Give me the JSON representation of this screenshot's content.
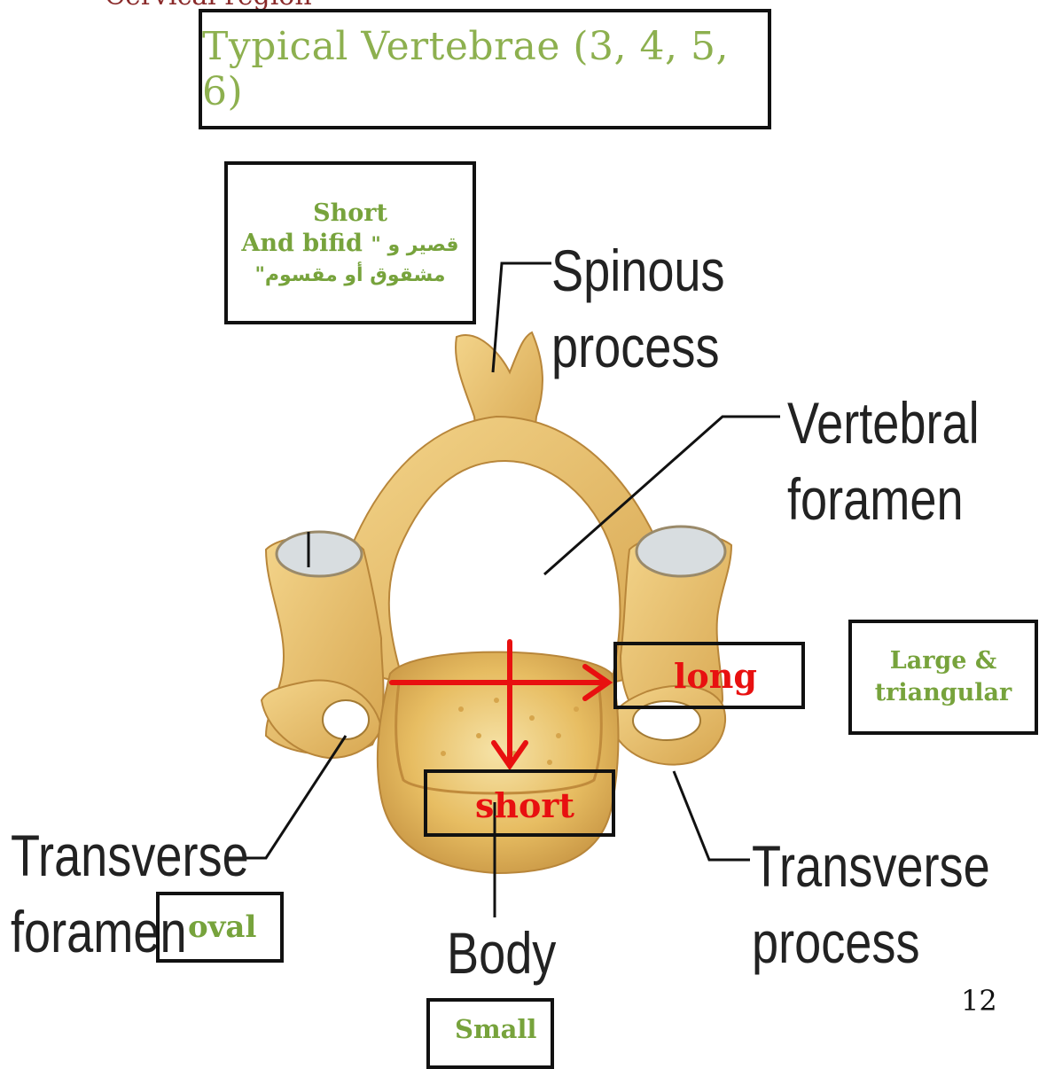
{
  "header_fragment": "Cervical region",
  "title": "Typical Vertebrae (3, 4, 5, 6)",
  "notes": {
    "spinous": {
      "line1": "Short",
      "line2": "And bifid",
      "arabic1": "قصير و \"",
      "arabic2": "مشقوق أو مقسوم\""
    },
    "body_shape": "Large & triangular",
    "long": "long",
    "short": "short",
    "foramen": "oval",
    "body_size": "Small"
  },
  "labels": {
    "spinous": [
      "Spinous",
      "process"
    ],
    "vertebral": [
      "Vertebral",
      "foramen"
    ],
    "transverse_foramen": [
      "Transverse",
      "foramen"
    ],
    "transverse_process": [
      "Transverse",
      "process"
    ],
    "body": "Body"
  },
  "page_number": "12",
  "colors": {
    "note_green": "#77a33c",
    "title_green": "#8db04f",
    "arrow_red": "#e81010",
    "bone": "#e8bf6a",
    "bone_dark": "#b8863a",
    "header_red": "#8a2a2a"
  }
}
